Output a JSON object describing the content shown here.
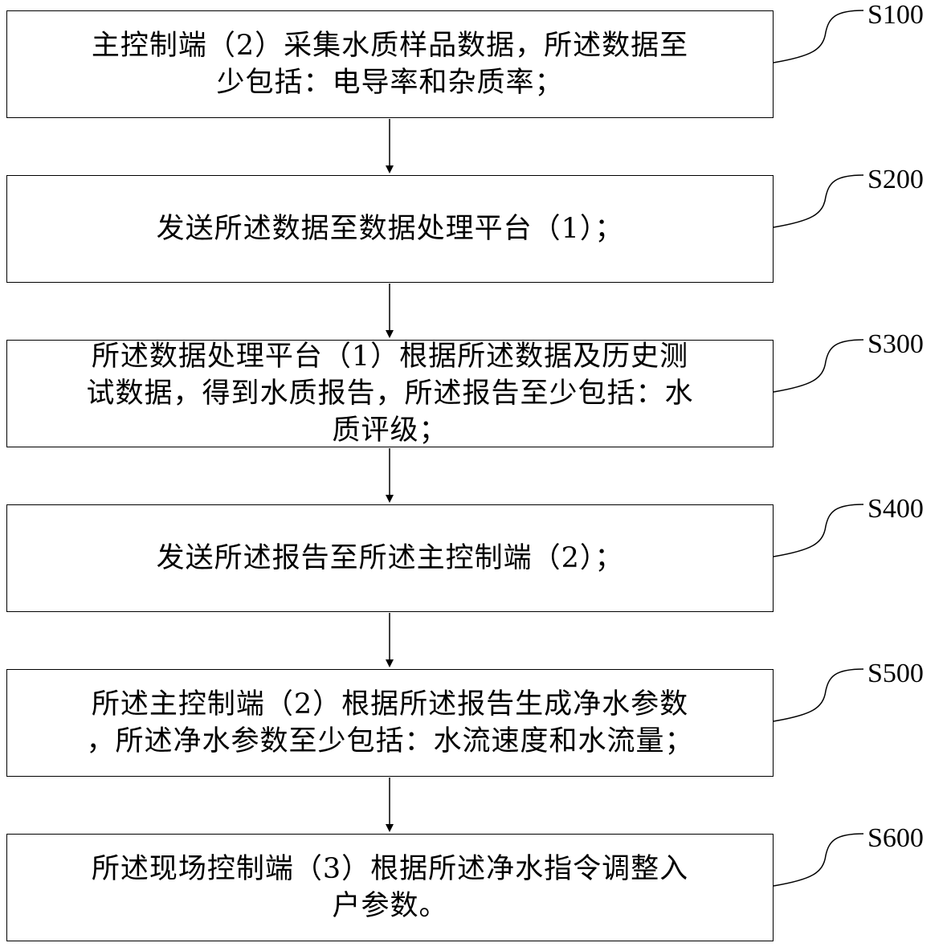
{
  "steps": [
    {
      "label": "S100",
      "lines": [
        "主控制端（2）采集水质样品数据，所述数据至",
        "少包括：电导率和杂质率；"
      ]
    },
    {
      "label": "S200",
      "lines": [
        "发送所述数据至数据处理平台（1）；"
      ]
    },
    {
      "label": "S300",
      "lines": [
        "所述数据处理平台（1）根据所述数据及历史测",
        "试数据，得到水质报告，所述报告至少包括：水",
        "质评级；"
      ]
    },
    {
      "label": "S400",
      "lines": [
        "发送所述报告至所述主控制端（2）；"
      ]
    },
    {
      "label": "S500",
      "lines": [
        "所述主控制端（2）根据所述报告生成净水参数",
        "，所述净水参数至少包括：水流速度和水流量；"
      ]
    },
    {
      "label": "S600",
      "lines": [
        "所述现场控制端（3）根据所述净水指令调整入",
        "户参数。"
      ]
    }
  ]
}
